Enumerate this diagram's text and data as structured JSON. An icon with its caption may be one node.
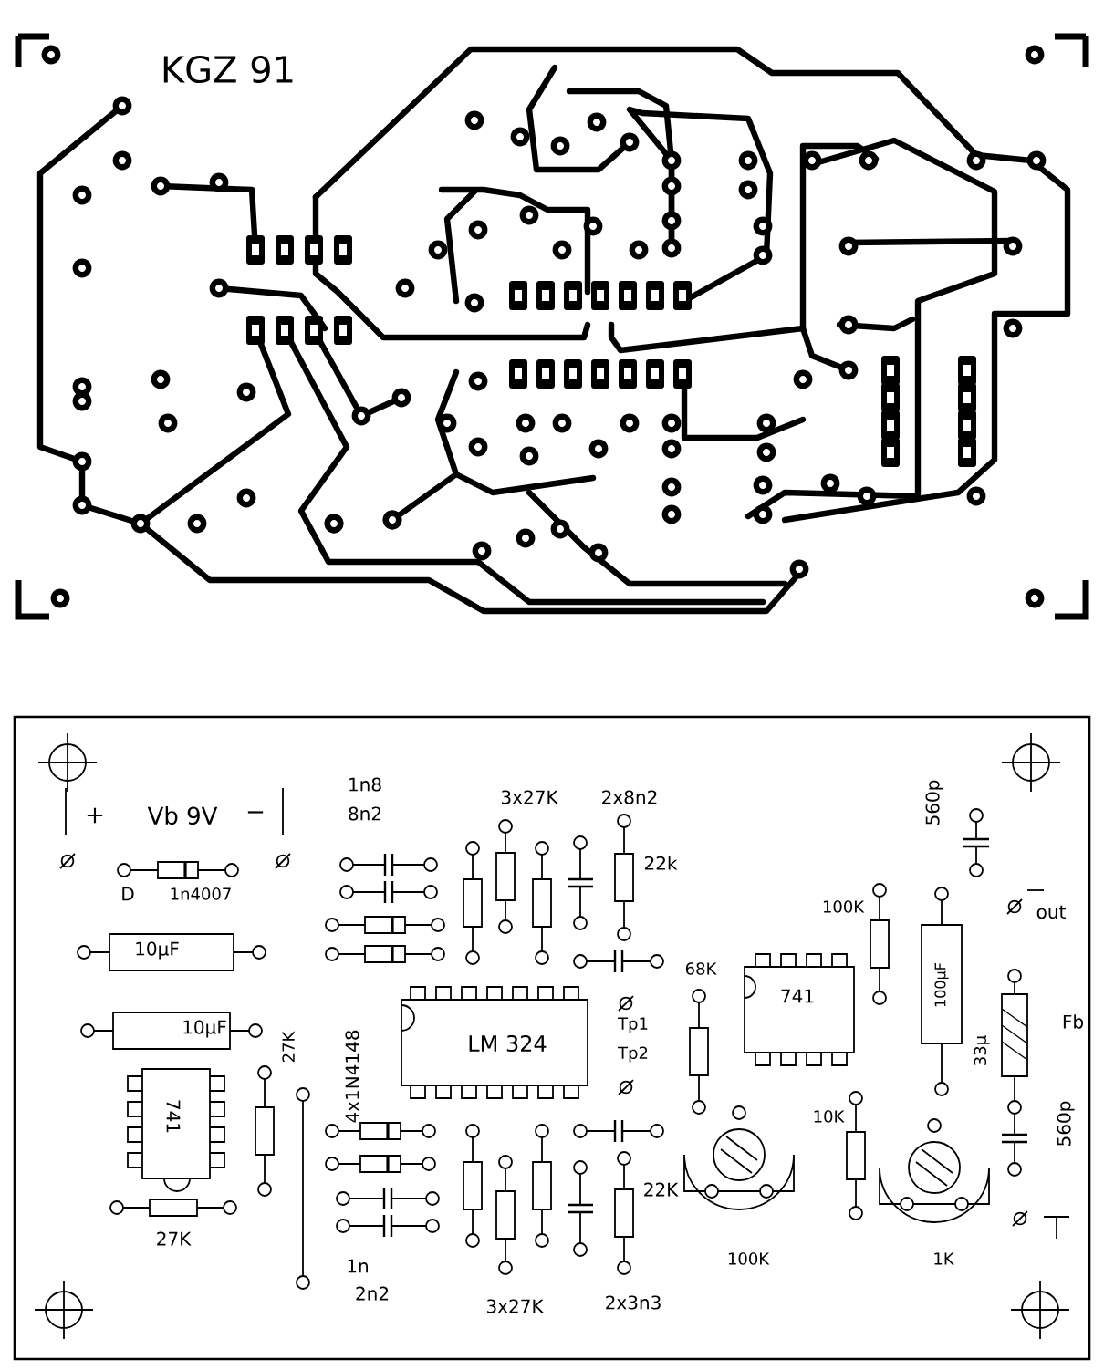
{
  "diagram": {
    "labels": [
      "KGZ 91",
      "+",
      "Vb 9V",
      "−",
      "1n8",
      "8n2",
      "3x27K",
      "2x8n2",
      "22k",
      "560p",
      "D",
      "1n4007",
      "100K",
      "out",
      "10µF",
      "68K",
      "741",
      "100µF",
      "10µF",
      "27K",
      "4x1N4148",
      "LM 324",
      "Tp1",
      "Tp2",
      "33µ",
      "Fb",
      "741",
      "10K",
      "560p",
      "27K",
      "1n",
      "2n2",
      "22K",
      "100K",
      "1K",
      "3x27K",
      "2x3n3"
    ]
  }
}
